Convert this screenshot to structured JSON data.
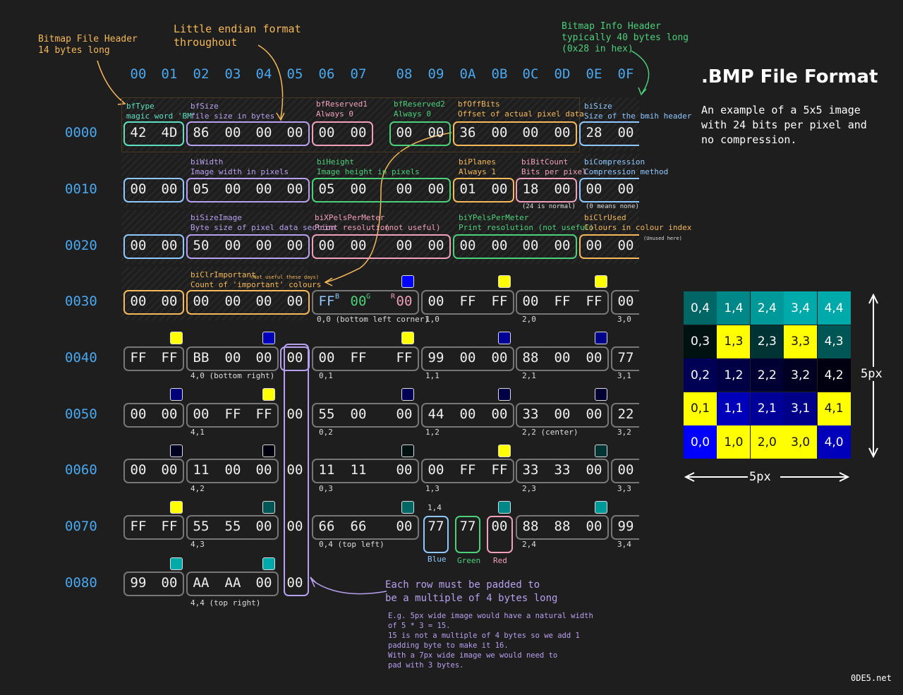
{
  "title": ".BMP File Format",
  "subtitle_lines": [
    "An example of a 5x5 image",
    "with 24 bits per pixel and",
    "no compression."
  ],
  "footer": "0DE5.net",
  "annotations": {
    "file_header": [
      "Bitmap File Header",
      "14 bytes long"
    ],
    "little_endian": [
      "Little endian format",
      "throughout"
    ],
    "info_header": [
      "Bitmap Info Header",
      "typically 40 bytes long",
      "(0x28 in hex)"
    ],
    "padding_title": [
      "Each row must be padded to",
      "be a multiple of 4 bytes long"
    ],
    "padding_body": [
      "E.g. 5px wide image would have a natural width",
      "of 5 * 3 = 15.",
      "15 is not a multiple of 4 bytes so we add 1",
      "padding byte to make it 16.",
      "With a 7px wide image we would need to",
      "pad with 3 bytes."
    ]
  },
  "hex_columns": [
    "00",
    "01",
    "02",
    "03",
    "04",
    "05",
    "06",
    "07",
    "08",
    "09",
    "0A",
    "0B",
    "0C",
    "0D",
    "0E",
    "0F"
  ],
  "rows": [
    {
      "offset": "0000",
      "bytes": [
        "42",
        "4D",
        "86",
        "00",
        "00",
        "00",
        "00",
        "00",
        "00",
        "00",
        "36",
        "00",
        "00",
        "00",
        "28",
        "00"
      ]
    },
    {
      "offset": "0010",
      "bytes": [
        "00",
        "00",
        "05",
        "00",
        "00",
        "00",
        "05",
        "00",
        "00",
        "00",
        "01",
        "00",
        "18",
        "00",
        "00",
        "00"
      ]
    },
    {
      "offset": "0020",
      "bytes": [
        "00",
        "00",
        "50",
        "00",
        "00",
        "00",
        "00",
        "00",
        "00",
        "00",
        "00",
        "00",
        "00",
        "00",
        "00",
        "00"
      ]
    },
    {
      "offset": "0030",
      "bytes": [
        "00",
        "00",
        "00",
        "00",
        "00",
        "00",
        "FF",
        "00",
        "00",
        "00",
        "FF",
        "FF",
        "00",
        "FF",
        "FF",
        "00"
      ]
    },
    {
      "offset": "0040",
      "bytes": [
        "FF",
        "FF",
        "BB",
        "00",
        "00",
        "00",
        "00",
        "FF",
        "FF",
        "99",
        "00",
        "00",
        "88",
        "00",
        "00",
        "77"
      ]
    },
    {
      "offset": "0050",
      "bytes": [
        "00",
        "00",
        "00",
        "FF",
        "FF",
        "00",
        "55",
        "00",
        "00",
        "44",
        "00",
        "00",
        "33",
        "00",
        "00",
        "22"
      ]
    },
    {
      "offset": "0060",
      "bytes": [
        "00",
        "00",
        "11",
        "00",
        "00",
        "00",
        "11",
        "11",
        "00",
        "00",
        "FF",
        "FF",
        "33",
        "33",
        "00",
        "00"
      ]
    },
    {
      "offset": "0070",
      "bytes": [
        "FF",
        "FF",
        "55",
        "55",
        "00",
        "00",
        "66",
        "66",
        "00",
        "77",
        "77",
        "00",
        "88",
        "88",
        "00",
        "99"
      ]
    },
    {
      "offset": "0080",
      "bytes": [
        "99",
        "00",
        "AA",
        "AA",
        "00",
        "00"
      ]
    }
  ],
  "fields": [
    {
      "name": "bfType",
      "desc": "magic word 'BM'"
    },
    {
      "name": "bfSize",
      "desc": "file size in bytes"
    },
    {
      "name": "bfReserved1",
      "desc": "Always 0"
    },
    {
      "name": "bfReserved2",
      "desc": "Always 0"
    },
    {
      "name": "bfOffBits",
      "desc": "Offset of actual pixel data"
    },
    {
      "name": "biSize",
      "desc": "Size of the bmih header"
    },
    {
      "name": "biWidth",
      "desc": "Image width in pixels"
    },
    {
      "name": "biHeight",
      "desc": "Image height in pixels"
    },
    {
      "name": "biPlanes",
      "desc": "Always 1"
    },
    {
      "name": "biBitCount",
      "desc": "Bits per pixel"
    },
    {
      "name": "biCompression",
      "desc": "Compression method"
    },
    {
      "name": "biSizeImage",
      "desc": "Byte size of pixel data section"
    },
    {
      "name": "biXPelsPerMeter",
      "desc": "Print resolution"
    },
    {
      "name": "biYPelsPerMeter",
      "desc": "Print resolution (not useful)"
    },
    {
      "name": "biClrUsed",
      "desc": "Colours in colour index"
    },
    {
      "name": "biClrImportant",
      "desc": "Count of 'important' colours"
    }
  ],
  "field_notes": {
    "xpels": "(not useful)",
    "bitcount": "(24 is normal)",
    "compression": "(0 means none)",
    "clrused": "(Unused here)",
    "clrimportant": "(Not useful these days)"
  },
  "channel_labels": {
    "blue": "Blue",
    "green": "Green",
    "red": "Red",
    "sup_b": "B",
    "sup_g": "G",
    "sup_r": "R"
  },
  "pixel_labels": [
    "0,0 (bottom left corner)",
    "1,0",
    "2,0",
    "3,0",
    "4,0 (bottom right)",
    "0,1",
    "1,1",
    "2,1",
    "3,1",
    "4,1",
    "0,2",
    "1,2",
    "2,2 (center)",
    "3,2",
    "4,2",
    "0,3",
    "1,3",
    "2,3",
    "3,3",
    "4,3",
    "0,4 (top left)",
    "1,4",
    "2,4",
    "3,4",
    "4,4 (top right)"
  ],
  "grid": {
    "labels": [
      [
        "0,4",
        "1,4",
        "2,4",
        "3,4",
        "4,4"
      ],
      [
        "0,3",
        "1,3",
        "2,3",
        "3,3",
        "4,3"
      ],
      [
        "0,2",
        "1,2",
        "2,2",
        "3,2",
        "4,2"
      ],
      [
        "0,1",
        "1,1",
        "2,1",
        "3,1",
        "4,1"
      ],
      [
        "0,0",
        "1,0",
        "2,0",
        "3,0",
        "4,0"
      ]
    ],
    "colors": [
      [
        "#006666",
        "#008888",
        "#009999",
        "#00AAAA",
        "#00AAAA"
      ],
      [
        "#001111",
        "#FFFF00",
        "#003333",
        "#FFFF00",
        "#005555"
      ],
      [
        "#000055",
        "#000044",
        "#000033",
        "#000022",
        "#000011"
      ],
      [
        "#FFFF00",
        "#0000BB",
        "#000099",
        "#000088",
        "#FFFF00"
      ],
      [
        "#0000FF",
        "#FFFF00",
        "#FFFF00",
        "#FFFF00",
        "#0000BB"
      ]
    ],
    "width_label": "5px",
    "height_label": "5px"
  },
  "colors": {
    "blue": "#4aa8f0",
    "purple": "#b8a0f0",
    "orange": "#f5b85a",
    "green": "#4cd07a",
    "teal": "#5ee0c0",
    "pink": "#f0a0b8",
    "yellow": "#f0e060",
    "lightblue": "#8fc8ff",
    "gray": "#777777"
  }
}
